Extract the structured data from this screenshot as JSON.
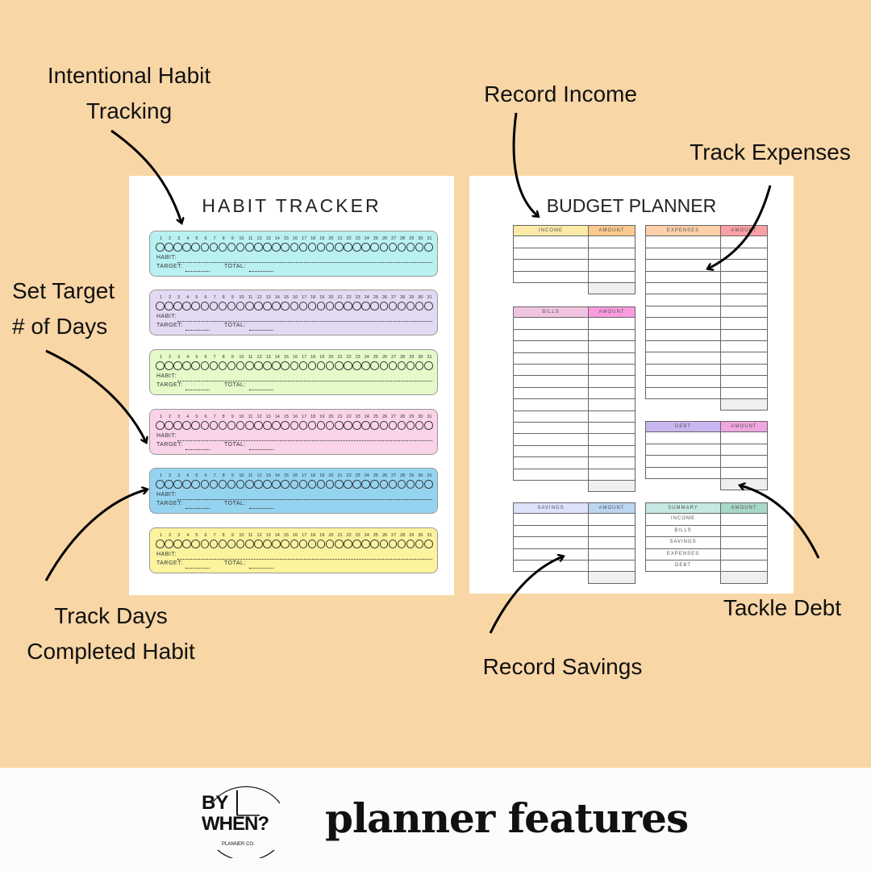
{
  "annotations": {
    "habit_tracking": [
      "Intentional Habit",
      "Tracking"
    ],
    "set_target": [
      "Set Target",
      "# of Days"
    ],
    "track_days": [
      "Track Days",
      "Completed Habit"
    ],
    "record_income": "Record Income",
    "track_expenses": "Track Expenses",
    "tackle_debt": "Tackle Debt",
    "record_savings": "Record Savings"
  },
  "habit_tracker": {
    "title": "HABIT TRACKER",
    "habit_label": "HABIT:",
    "target_label": "TARGET:",
    "total_label": "TOTAL:",
    "days": 31,
    "card_colors": [
      "#b9f0f0",
      "#e4d9f2",
      "#e4fac8",
      "#f9d3e8",
      "#95d4f0",
      "#fbf39d"
    ]
  },
  "budget_planner": {
    "title": "BUDGET PLANNER",
    "tables": [
      {
        "name": "INCOME",
        "amount": "AMOUNT",
        "colors": [
          "#fdeaa8",
          "#fcc98e"
        ],
        "rows": 4
      },
      {
        "name": "BILLS",
        "amount": "AMOUNT",
        "colors": [
          "#f0c4e0",
          "#fb9be0"
        ],
        "rows": 14
      },
      {
        "name": "SAVINGS",
        "amount": "AMOUNT",
        "colors": [
          "#dee2fb",
          "#bcd6f2"
        ],
        "rows": 5
      },
      {
        "name": "EXPENSES",
        "amount": "AMOUNT",
        "colors": [
          "#fdd0a8",
          "#fba0a4"
        ],
        "rows": 14
      },
      {
        "name": "DEBT",
        "amount": "AMOUNT",
        "colors": [
          "#c9b6f0",
          "#f0a6e0"
        ],
        "rows": 4
      },
      {
        "name": "SUMMARY",
        "amount": "AMOUNT",
        "colors": [
          "#c5e8e2",
          "#a8d8c8"
        ],
        "rows": 5,
        "labels": [
          "INCOME",
          "BILLS",
          "SAVINGS",
          "EXPENSES",
          "DEBT"
        ]
      }
    ]
  },
  "footer": {
    "logo": {
      "line1": "BY",
      "line2": "WHEN?",
      "line3": "PLANNER CO."
    },
    "tagline": "planner features"
  },
  "colors": {
    "background": "#f8d6a6",
    "footer": "#fdfcfa"
  }
}
